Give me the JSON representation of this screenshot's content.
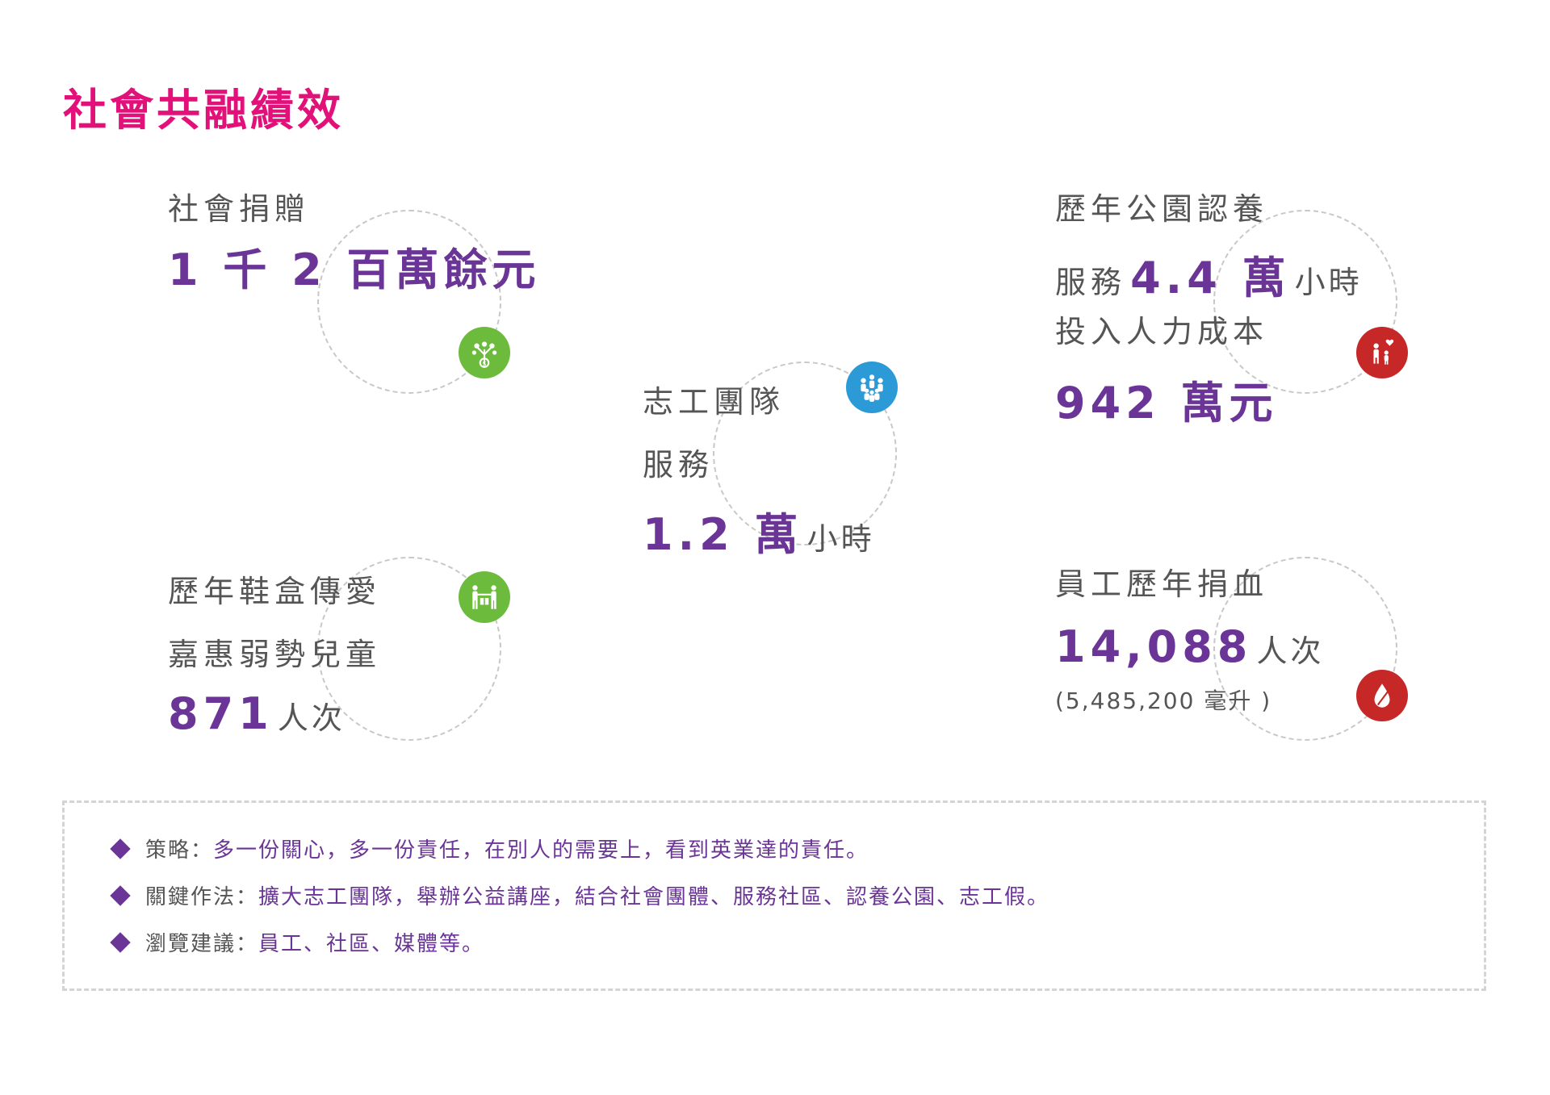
{
  "title": "社會共融績效",
  "donation": {
    "label": "社會捐贈",
    "value": "1 千 2 百萬餘元",
    "icon": "money-tree-icon",
    "icon_color": "#6cbb3c"
  },
  "park": {
    "label": "歷年公園認養",
    "service_prefix": "服務",
    "service_value": "4.4 萬",
    "service_unit": "小時",
    "cost_label": "投入人力成本",
    "cost_value": "942 萬元",
    "icon": "family-heart-icon",
    "icon_color": "#c62828"
  },
  "volunteer": {
    "label1": "志工團隊",
    "label2": "服務",
    "value": "1.2 萬",
    "unit": "小時",
    "icon": "volunteer-group-icon",
    "icon_color": "#2b9ad6"
  },
  "shoebox": {
    "label1": "歷年鞋盒傳愛",
    "label2": "嘉惠弱勢兒童",
    "value": "871",
    "unit": "人次",
    "icon": "giving-hands-icon",
    "icon_color": "#6cbb3c"
  },
  "blood": {
    "label": "員工歷年捐血",
    "value": "14,088",
    "unit": "人次",
    "note": "(5,485,200 毫升 )",
    "icon": "blood-drop-icon",
    "icon_color": "#c62828"
  },
  "bullets": [
    {
      "label": "策略：",
      "text": "多一份關心，多一份責任，在別人的需要上，看到英業達的責任。"
    },
    {
      "label": "關鍵作法：",
      "text": "擴大志工團隊，舉辦公益講座，結合社會團體、服務社區、認養公園、志工假。"
    },
    {
      "label": "瀏覽建議：",
      "text": "員工、社區、媒體等。"
    }
  ],
  "colors": {
    "title": "#e2117a",
    "accent": "#6a3596",
    "text": "#555555"
  }
}
